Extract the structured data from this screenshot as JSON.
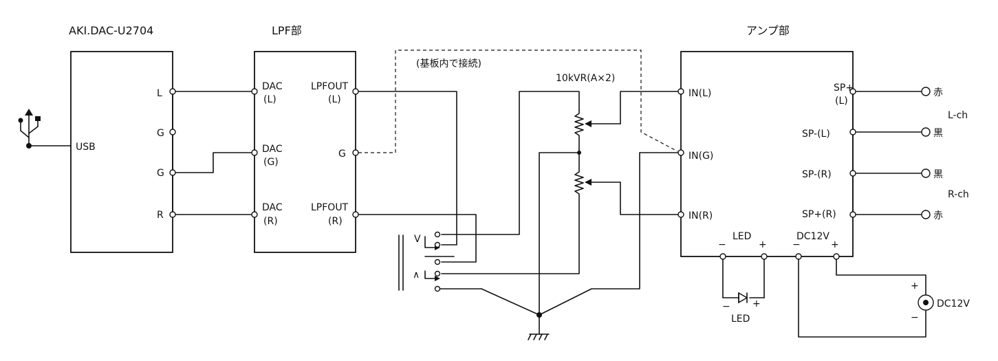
{
  "blocks": {
    "dac": {
      "title": "AKI.DAC-U2704",
      "usb": "USB",
      "pin_l": "L",
      "pin_g1": "G",
      "pin_g2": "G",
      "pin_r": "R"
    },
    "lpf": {
      "title": "LPF部",
      "dac_l_1": "DAC",
      "dac_l_2": "(L)",
      "dac_g_1": "DAC",
      "dac_g_2": "(G)",
      "dac_r_1": "DAC",
      "dac_r_2": "(R)",
      "out_l_1": "LPFOUT",
      "out_l_2": "(L)",
      "g": "G",
      "out_r_1": "LPFOUT",
      "out_r_2": "(R)"
    },
    "amp": {
      "title": "アンプ部",
      "in_l": "IN(L)",
      "in_g": "IN(G)",
      "in_r": "IN(R)",
      "sp_l_plus_1": "SP+",
      "sp_l_plus_2": "(L)",
      "sp_l_minus": "SP-(L)",
      "sp_r_minus": "SP-(R)",
      "sp_r_plus": "SP+(R)",
      "led": "LED",
      "led_minus": "−",
      "led_plus": "+",
      "dc": "DC12V",
      "dc_minus": "−",
      "dc_plus": "+"
    }
  },
  "note": "(基板内で接続)",
  "vr": "10kVR(A×2)",
  "speaker_terminals": {
    "red1": "赤",
    "black1": "黒",
    "black2": "黒",
    "red2": "赤",
    "lch": "L-ch",
    "rch": "R-ch"
  },
  "led_ext": {
    "label": "LED",
    "minus": "−",
    "plus": "+"
  },
  "dc_jack": {
    "label": "DC12V",
    "plus": "+",
    "minus": "−"
  }
}
